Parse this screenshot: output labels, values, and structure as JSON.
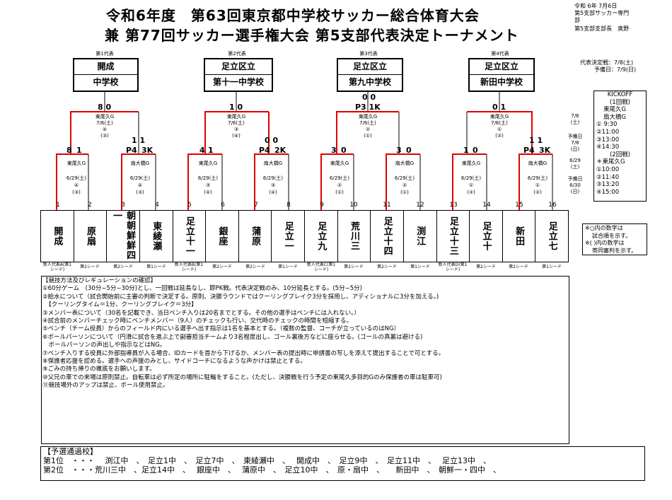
{
  "header": {
    "title_line1": "令和6年度　第63回東京都中学校サッカー総合体育大会",
    "title_line2": "兼 第77回サッカー選手権大会 第5支部代表決定トーナメント",
    "date": "令和 6年 7月6日",
    "org1": "第5支部サッカー専門",
    "org2": "部",
    "org3": "第5支部支部長　奥野",
    "decision_date": "代表決定戦：7/8(土)",
    "reserve_date": "予備日：7/9(日)"
  },
  "winners": [
    {
      "label": "第1代表",
      "name1": "開成",
      "name2": "中学校"
    },
    {
      "label": "第2代表",
      "name1": "足立区立",
      "name2": "第十一中学校"
    },
    {
      "label": "第3代表",
      "name1": "足立区立",
      "name2": "第九中学校"
    },
    {
      "label": "第4代表",
      "name1": "足立区立",
      "name2": "新田中学校"
    }
  ],
  "final_matches": [
    {
      "score": "8 0",
      "venue": "東尾久G",
      "date": "7/6(土)",
      "r1": "④",
      "r2": "(③)"
    },
    {
      "score": "1 0",
      "venue": "東尾久G",
      "date": "7/6(土)",
      "r1": "③",
      "r2": "(④)"
    },
    {
      "score": "P3 1K",
      "score_top": "0 0",
      "venue": "東尾久G",
      "date": "7/6(土)",
      "r1": "②",
      "r2": "(①)"
    },
    {
      "score": "0 1",
      "venue": "東尾久G",
      "date": "7/6(土)",
      "r1": "①",
      "r2": "(②)"
    }
  ],
  "first_matches": [
    {
      "score_l": "8",
      "score_r": "1",
      "venue": "東尾久G",
      "date": "6/29(土)",
      "r1": "④",
      "r2": "(③)"
    },
    {
      "score_l": "P4",
      "score_r": "3K",
      "score_top": "1 1",
      "venue": "扇大橋G",
      "date": "6/29(土)",
      "r1": "④",
      "r2": "(③)"
    },
    {
      "score_l": "4",
      "score_r": "1",
      "venue": "東尾久G",
      "date": "6/29(土)",
      "r1": "③",
      "r2": "(④)"
    },
    {
      "score_l": "P4",
      "score_r": "2K",
      "score_top": "0 0",
      "venue": "扇大橋G",
      "date": "6/29(土)",
      "r1": "③",
      "r2": "(④)"
    },
    {
      "score_l": "3",
      "score_r": "0",
      "venue": "東尾久G",
      "date": "6/29(土)",
      "r1": "②",
      "r2": "(①)"
    },
    {
      "score_l": "3",
      "score_r": "0",
      "venue": "扇大橋G",
      "date": "6/29(土)",
      "r1": "②",
      "r2": "(①)"
    },
    {
      "score_l": "1",
      "score_r": "0",
      "venue": "東尾久G",
      "date": "6/29(土)",
      "r1": "①",
      "r2": "(②)"
    },
    {
      "score_l": "P4",
      "score_r": "3K",
      "score_top": "1 1",
      "venue": "扇大橋G",
      "date": "6/29(土)",
      "r1": "①",
      "r2": "(②)"
    }
  ],
  "side_dates": {
    "d1": "7/6",
    "d1b": "(土)",
    "d2": "予備日",
    "d2b": "7/8",
    "d2c": "(日)",
    "d3": "6/29",
    "d3b": "(土)",
    "d4": "予備日",
    "d4b": "6/30",
    "d4c": "(日)"
  },
  "team_numbers": [
    "1",
    "2",
    "3",
    "4",
    "5",
    "6",
    "7",
    "8",
    "9",
    "10",
    "11",
    "12",
    "13",
    "14",
    "15",
    "16"
  ],
  "teams": [
    "開成",
    "原扇",
    "朝朝鮮鮮四一",
    "東綾瀬",
    "足立十一",
    "銀座",
    "蒲原",
    "足立一",
    "足立九",
    "荒川三",
    "足立十四",
    "渕江",
    "足立十三",
    "足立十",
    "新田",
    "足立七"
  ],
  "seeds": [
    "新人代表A(第1シード)",
    "第2シード",
    "第2シード",
    "第1シード",
    "新人代表B(第1シード)",
    "第2シード",
    "第2シード",
    "第1シード",
    "新人代表C(第1シード)",
    "第2シード",
    "第2シード",
    "第1シード",
    "新人代表D(第1シード)",
    "第2シード",
    "第2シード",
    "第1シード"
  ],
  "kickoff": {
    "title": "KICKOFF",
    "round1": "(1回戦)",
    "venue1": "東尾久G",
    "venue2": "扇大橋G",
    "t1": "①  9:30",
    "t2": "②11:00",
    "t3": "③13:00",
    "t4": "④14:30",
    "round2": "(2回戦)",
    "venue3": "＊東尾久G",
    "t5": "①10:00",
    "t6": "②11:40",
    "t7": "③13:20",
    "t8": "④15:00"
  },
  "legend": {
    "l1": "※○内の数字は",
    "l2": "試合順を示す。",
    "l3": "※(   )内の数字は",
    "l4": "帯同審判を示す。"
  },
  "rules": [
    "【競技方法及びレギュレーションの確認】",
    "①60分ゲーム　(30分−5分−30分)とし、一回戦は延長なし、即PK戦。代表決定戦のみ、10分延長とする。(5分−5分)",
    "②給水について（試合開始前に主審の判断で決定する。原則、決勝ラウンドではクーリングブレイク3分を採用し、アディショナルに3分を加える。)",
    "　【クーリングタイム＝1分、クーリングブレイク＝3分】",
    "③メンバー表について（30名を記載でき、当日ベンチ入りは20名までとする。その他の選手はベンチには入れない。）",
    "④試合前のメンバーチェック時にベンチメンバー（9人）のチェックも行い、交代時のチェックの時間を短縮する。",
    "⑤ベンチ（チーム役員）からのフィールド内にいる選手へ出す指示は1名を基本とする。（複数の監督、コーチが立っているのはNG）",
    "⑥ボールパーソンについて（円滑に試合を進ぶ上で副審担当チームより3名程度出し、ゴール裏後方などに座らせる。(ゴールの真裏は避ける)",
    "　ボールパーソンの声出しや指示などはNG。",
    "⑦ベンチ入りする役員に外部指導員が入る場合、IDカードを首から下げるか、メンバー表の提出時に申請書の写しを添えて提出することで可とする。",
    "⑧保護者応援を認める。選手への声援のみとし、サイドコーチになるような声かけは禁止とする。",
    "⑨ごみの持ち帰りの徹底をお願いします。",
    "⑩父兄の車での来場は原則禁止。自転車は必ず所定の場所に駐輪をすること。(ただし、決勝戦を行う予定の東尾久多目的Gのみ保護者の車は駐車可)",
    "⑪競技場外のアップは禁止、ボール使用禁止。"
  ],
  "qualifiers": {
    "header": "【予選通過校】",
    "row1": "第1位　・・・　 渕江中　、　足立1中　、　足立7中　、　東綾瀬中　、　 開成中　、　足立9中　、　足立11中　、　 足立13中　、",
    "row2": "第2位　・・・荒川三中　、足立14中　、　 銀座中　、　 蒲原中　、　足立10中　、　原・扇中　、　　新田中　、　朝鮮一・四中　、"
  }
}
